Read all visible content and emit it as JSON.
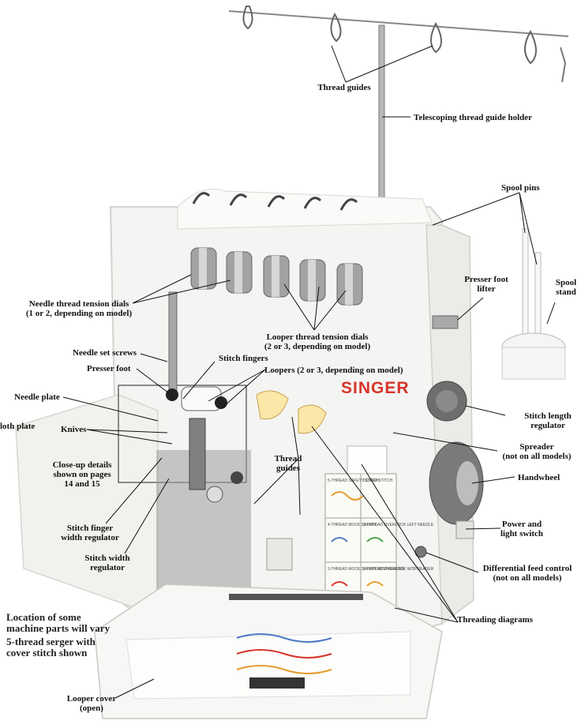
{
  "brand": "SINGER",
  "notes": {
    "line1": "Location of some",
    "line2": "machine parts will vary",
    "line3": "5-thread serger with",
    "line4": "cover stitch shown"
  },
  "labels": {
    "thread_guides_top": "Thread guides",
    "telescoping": "Telescoping thread guide holder",
    "spool_pins": "Spool pins",
    "spool_stand_1": "Spool",
    "spool_stand_2": "stand",
    "needle_tension_1": "Needle thread tension dials",
    "needle_tension_2": "(1 or 2, depending on model)",
    "presser_lifter_1": "Presser foot",
    "presser_lifter_2": "lifter",
    "looper_tension_1": "Looper thread tension dials",
    "looper_tension_2": "(2 or 3, depending on model)",
    "needle_set_screws": "Needle set screws",
    "stitch_fingers": "Stitch fingers",
    "presser_foot": "Presser foot",
    "loopers": "Loopers (2 or 3, depending on model)",
    "needle_plate": "Needle plate",
    "cloth_plate": "loth plate",
    "knives": "Knives",
    "closeup_1": "Close-up details",
    "closeup_2": "shown on pages",
    "closeup_3": "14 and 15",
    "thread_guides_mid_1": "Thread",
    "thread_guides_mid_2": "guides",
    "stitch_length_1": "Stitch length",
    "stitch_length_2": "regulator",
    "spreader_1": "Spreader",
    "spreader_2": "(not on all models)",
    "handwheel": "Handwheel",
    "power_1": "Power and",
    "power_2": "light switch",
    "finger_width_1": "Stitch finger",
    "finger_width_2": "width regulator",
    "stitch_width_1": "Stitch width",
    "stitch_width_2": "regulator",
    "diff_feed_1": "Differential feed control",
    "diff_feed_2": "(not on all models)",
    "threading_diagrams": "Threading diagrams",
    "looper_cover_1": "Looper cover",
    "looper_cover_2": "(open)"
  },
  "panel": {
    "col1": [
      "5-THREAD SAFETY STITCH",
      "4-THREAD MOCK SAFETY",
      "3-THREAD MOCK SAFETY W/SPREADER"
    ],
    "col2": [
      "COVER STITCH",
      "3-THREAD OVERLOCK LEFT NEEDLE",
      "2-THREAD OVERLOCK W/SPREADER"
    ]
  },
  "colors": {
    "machine": "#f4f4f2",
    "dial": "#9a9a9a",
    "brand": "#d8342b",
    "line": "#111111"
  }
}
